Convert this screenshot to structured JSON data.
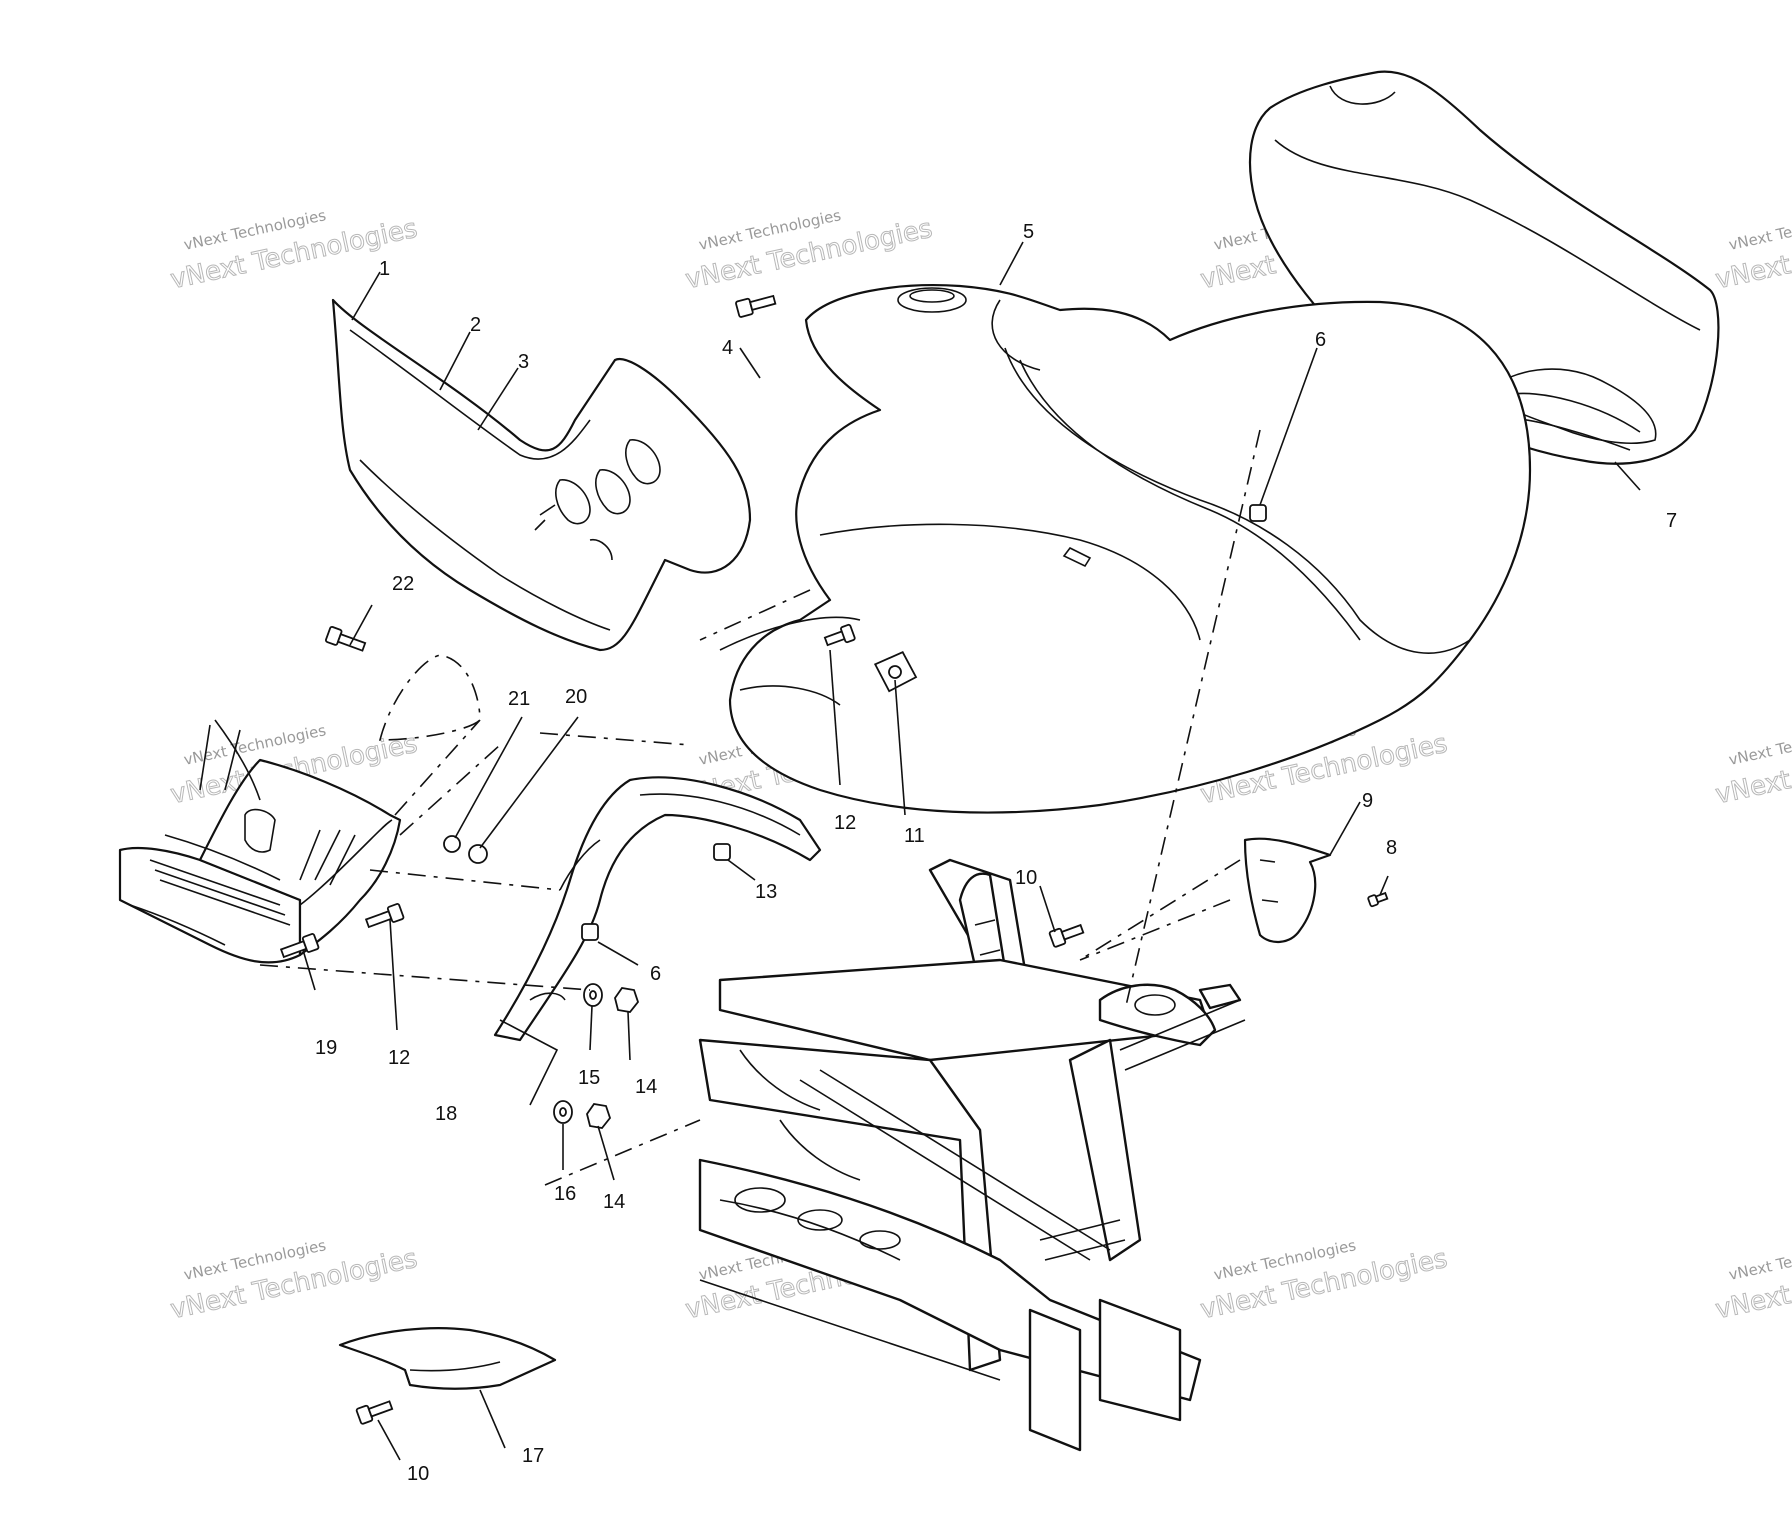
{
  "callouts": {
    "c1": "1",
    "c2": "2",
    "c3": "3",
    "c4": "4",
    "c5": "5",
    "c6a": "6",
    "c6b": "6",
    "c7": "7",
    "c8": "8",
    "c9": "9",
    "c10a": "10",
    "c10b": "10",
    "c11": "11",
    "c12a": "12",
    "c12b": "12",
    "c13": "13",
    "c14a": "14",
    "c14b": "14",
    "c15": "15",
    "c16": "16",
    "c17": "17",
    "c18": "18",
    "c19": "19",
    "c20": "20",
    "c21": "21",
    "c22": "22"
  },
  "watermark": {
    "line1": "vNext Technologies",
    "line2": "vNext Technologies"
  }
}
